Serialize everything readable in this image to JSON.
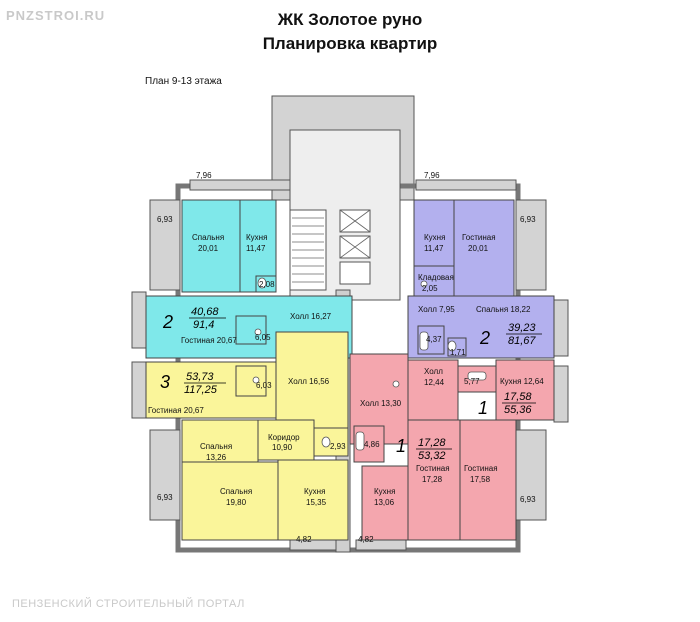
{
  "header": {
    "title1": "ЖК Золотое руно",
    "title2": "Планировка квартир",
    "plan": "План 9-13 этажа"
  },
  "watermark": {
    "top": "PNZSTROI.RU",
    "bottom": "ПЕНЗЕНСКИЙ СТРОИТЕЛЬНЫЙ ПОРТАЛ"
  },
  "colors": {
    "cyan": "#7fe8ea",
    "yellow": "#faf59a",
    "purple": "#b3b0ee",
    "pink": "#f4a6ae",
    "wall": "#cfcfcf"
  },
  "dims": {
    "top_left": "7,96",
    "top_right": "7,96",
    "side_ul": "6,93",
    "side_ur": "6,93",
    "side_ll": "6,93",
    "side_lr": "6,93",
    "bot_left": "4,82",
    "bot_right": "4,82"
  },
  "rooms": {
    "cyan_spalnya": "Спальня",
    "cyan_spalnya_a": "20,01",
    "cyan_kuhnya": "Кухня",
    "cyan_kuhnya_a": "11,47",
    "cyan_wc": "2,08",
    "cyan_holl": "Холл 16,27",
    "cyan_gostinaya": "Гостиная 20,67",
    "cyan_bath": "6,05",
    "purple_kuhnya": "Кухня",
    "purple_kuhnya_a": "11,47",
    "purple_gostinaya": "Гостиная",
    "purple_gostinaya_a": "20,01",
    "purple_kladovaya": "Кладовая",
    "purple_kladovaya_a": "2,05",
    "purple_holl": "Холл 7,95",
    "purple_spalnya": "Спальня 18,22",
    "purple_bath": "4,37",
    "purple_wc": "1,71",
    "yellow_bath": "6,03",
    "yellow_holl": "Холл 16,56",
    "yellow_gostinaya": "Гостиная 20,67",
    "yellow_spalnya1": "Спальня",
    "yellow_spalnya1_a": "13,26",
    "yellow_koridor": "Коридор",
    "yellow_koridor_a": "10,90",
    "yellow_wc": "2,93",
    "yellow_spalnya2": "Спальня",
    "yellow_spalnya2_a": "19,80",
    "yellow_kuhnya": "Кухня",
    "yellow_kuhnya_a": "15,35",
    "pink_holl_c": "Холл 13,30",
    "pink_bath_c": "4,86",
    "pink_kuhnya_c": "Кухня",
    "pink_kuhnya_c_a": "13,06",
    "pink_gostinaya_c": "Гостиная",
    "pink_gostinaya_c_a": "17,28",
    "pink_holl_r": "Холл",
    "pink_holl_r_a": "12,44",
    "pink_bath_r": "5,77",
    "pink_kuhnya_r": "Кухня 12,64",
    "pink_gostinaya_r": "Гостиная",
    "pink_gostinaya_r_a": "17,58"
  },
  "apartments": {
    "cyan": {
      "rooms": "2",
      "living": "40,68",
      "total": "91,4"
    },
    "purple": {
      "rooms": "2",
      "living": "39,23",
      "total": "81,67"
    },
    "yellow": {
      "rooms": "3",
      "living": "53,73",
      "total": "117,25"
    },
    "pink_center": {
      "rooms": "1",
      "living": "17,28",
      "total": "53,32"
    },
    "pink_right": {
      "rooms": "1",
      "living": "17,58",
      "total": "55,36"
    }
  }
}
